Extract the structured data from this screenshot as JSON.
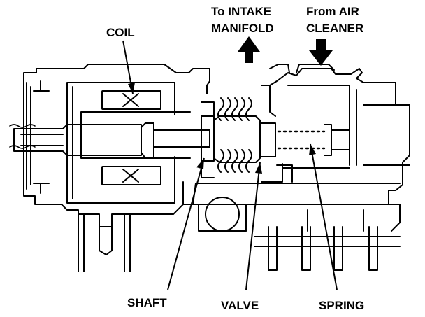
{
  "labels": {
    "coil": "COIL",
    "to_intake_line1": "To INTAKE",
    "to_intake_line2": "MANIFOLD",
    "from_air_line1": "From AIR",
    "from_air_line2": "CLEANER",
    "shaft": "SHAFT",
    "valve": "VALVE",
    "spring": "SPRING"
  },
  "arrows": {
    "to_intake": "up",
    "from_air": "down"
  },
  "colors": {
    "line": "#000000",
    "background": "#ffffff"
  }
}
